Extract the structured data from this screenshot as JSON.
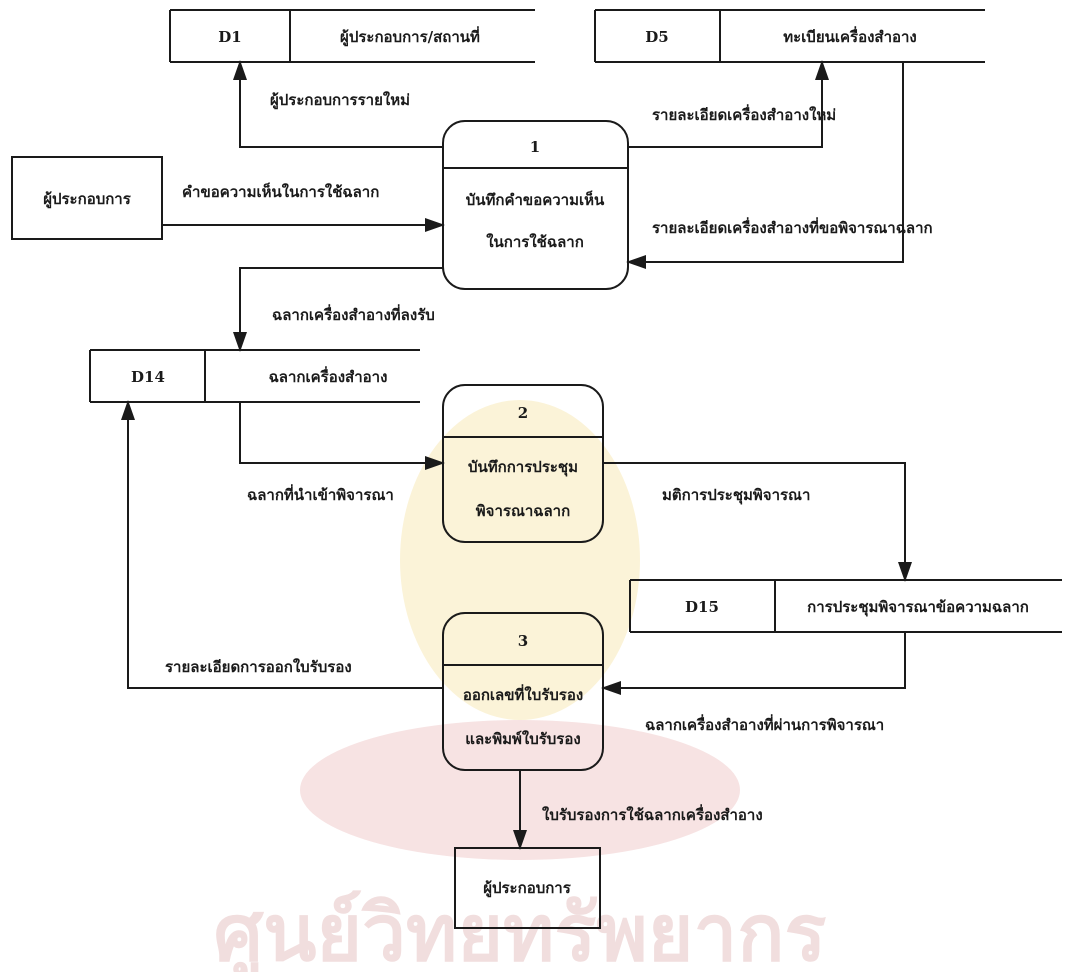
{
  "stores": {
    "d1": {
      "id": "D1",
      "name": "ผู้ประกอบการ/สถานที่"
    },
    "d5": {
      "id": "D5",
      "name": "ทะเบียนเครื่องสำอาง"
    },
    "d14": {
      "id": "D14",
      "name": "ฉลากเครื่องสำอาง"
    },
    "d15": {
      "id": "D15",
      "name": "การประชุมพิจารณาข้อความฉลาก"
    }
  },
  "entities": {
    "operator_in": "ผู้ประกอบการ",
    "operator_out": "ผู้ประกอบการ"
  },
  "processes": {
    "p1": {
      "number": "1",
      "line1": "บันทึกคำขอความเห็น",
      "line2": "ในการใช้ฉลาก"
    },
    "p2": {
      "number": "2",
      "line1": "บันทึกการประชุม",
      "line2": "พิจารณาฉลาก"
    },
    "p3": {
      "number": "3",
      "line1": "ออกเลขที่ใบรับรอง",
      "line2": "และพิมพ์ใบรับรอง"
    }
  },
  "flows": {
    "new_operator": "ผู้ประกอบการรายใหม่",
    "new_cosmetic_detail": "รายละเอียดเครื่องสำอางใหม่",
    "request": "คำขอความเห็นในการใช้ฉลาก",
    "cosmetic_detail_label": "รายละเอียดเครื่องสำอางที่ขอพิจารณาฉลาก",
    "registered_label": "ฉลากเครื่องสำอางที่ลงรับ",
    "label_for_review": "ฉลากที่นำเข้าพิจารณา",
    "meeting_resolution": "มติการประชุมพิจารณา",
    "certificate_detail": "รายละเอียดการออกใบรับรอง",
    "approved_label": "ฉลากเครื่องสำอางที่ผ่านการพิจารณา",
    "certificate": "ใบรับรองการใช้ฉลากเครื่องสำอาง"
  },
  "watermark": "ศูนย์วิทยทรัพยากร"
}
